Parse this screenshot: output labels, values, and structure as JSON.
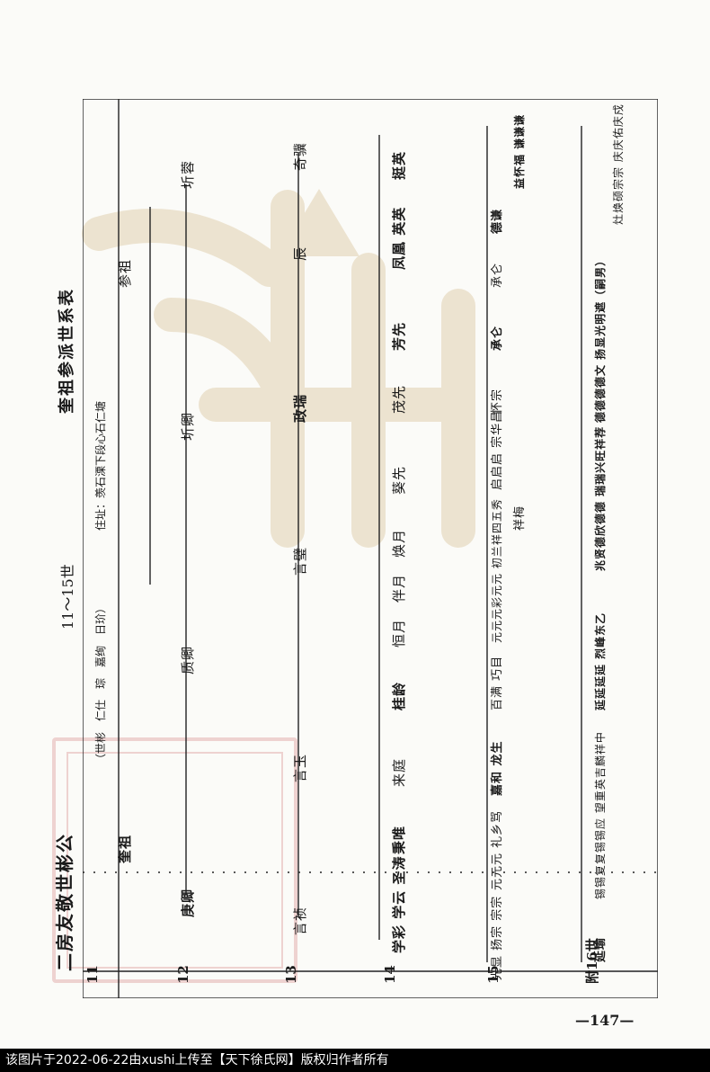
{
  "header": {
    "title_left": "二房友敬世彬公",
    "title_mid": "11～15世",
    "title_right": "奎祖参派世系表",
    "address": "住址：羡石溧下段心石仁塘",
    "note_line": "（世彬　仁仕　琮　嘉绚　日玠）"
  },
  "generations": [
    "11",
    "12",
    "13",
    "14",
    "15",
    "附16世"
  ],
  "nodes": {
    "g11": [
      "奎祖",
      "参祖"
    ],
    "g12": [
      "庚卿",
      "质卿",
      "圻卿",
      "圻蓉"
    ],
    "g13": [
      "言祯",
      "言玉",
      "言璧",
      "政瑞",
      "辰",
      "奇骥"
    ],
    "g14": [
      "学彩 学云 圣涛",
      "秉唯",
      "来庭",
      "桂龄",
      "恒月",
      "伴月",
      "焕月",
      "葵先",
      "茂先",
      "芳先",
      "凤凰 英英",
      "挺英"
    ],
    "g15": [
      "光显 扬宗 宗宗",
      "元元元 礼乡骂",
      "嘉和 龙生",
      "百满 巧目",
      "元元元彩元元 初兰祥四五秀",
      "启启启 宗华昌",
      "祥梅",
      "怀宗",
      "承仑",
      "承仑",
      "德谦",
      "益怀福 谦谦谦"
    ],
    "g16": [
      "延瑜",
      "锡锡复复锡锡应 望重英吉麟祥中",
      "延延延延 烈峰东乙",
      "兆贤德欣德德 瑞瑞兴旺祥荐",
      "德德德德文 扬显光明遮（嗣男）",
      "灶焕硕宗宗 庆庆佑庆戍"
    ]
  },
  "page_number": "—147—",
  "footer_text": "该图片于2022-06-22由xushi上传至【天下徐氏网】版权归作者所有"
}
